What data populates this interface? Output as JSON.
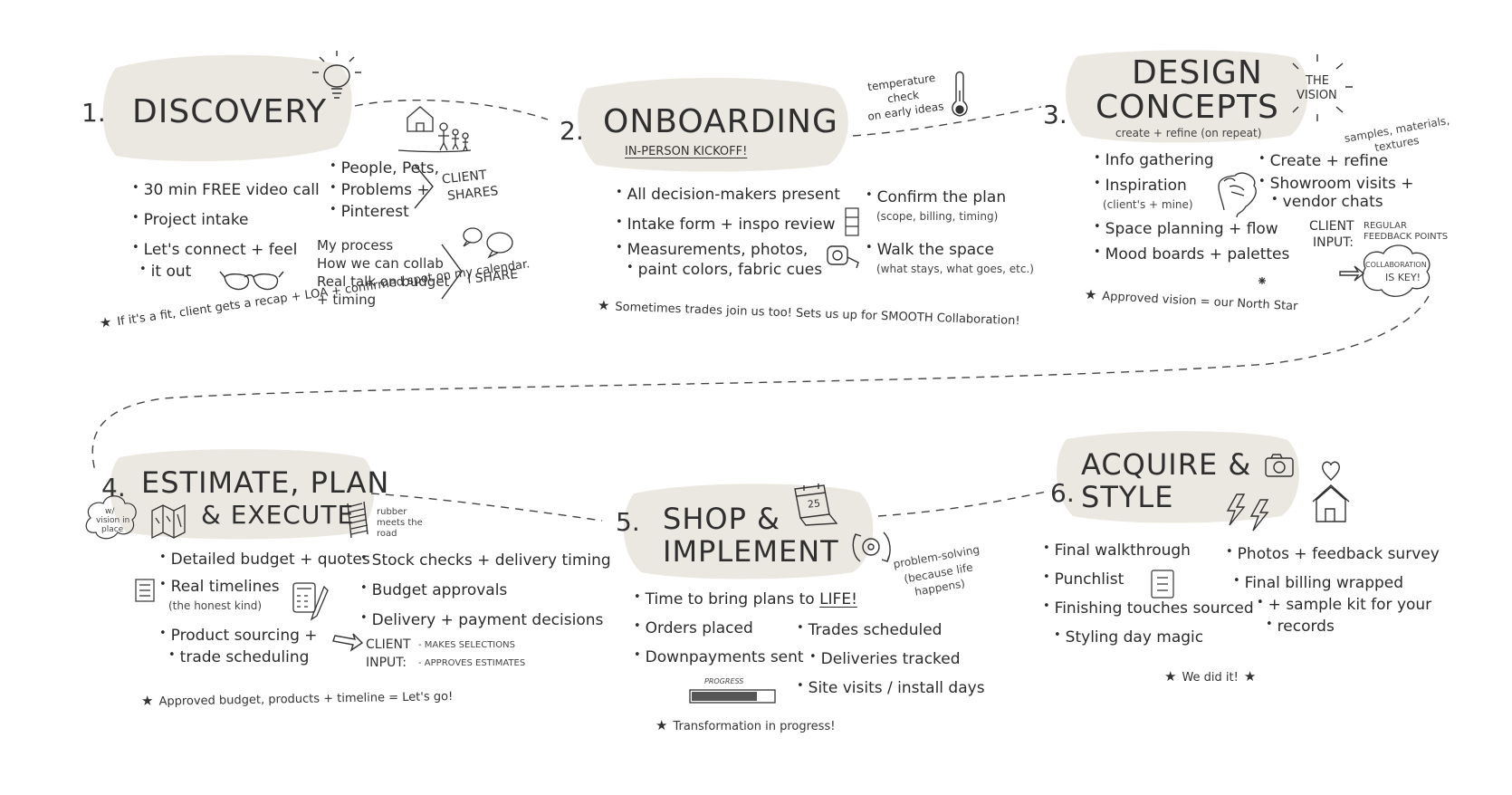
{
  "steps": [
    {
      "number": "1.",
      "title": "DISCOVERY",
      "items": [
        "30 min FREE video call",
        "Project intake",
        "Let's connect + feel",
        "it out"
      ],
      "client_shares": {
        "items": [
          "People, Pets,",
          "Problems +",
          "Pinterest"
        ],
        "label_line1": "CLIENT",
        "label_line2": "SHARES"
      },
      "i_share": {
        "items": [
          "My process",
          "How we can collab",
          "Real talk on budget",
          "+ timing"
        ],
        "label": "I SHARE"
      },
      "note": "If it's a fit, client gets a recap + LOA + confirmed spot on my calendar."
    },
    {
      "number": "2.",
      "title": "ONBOARDING",
      "subtitle": "IN-PERSON KICKOFF!",
      "side_note": [
        "temperature",
        "check",
        "on early ideas"
      ],
      "items_left": [
        "All decision-makers present",
        "Intake form + inspo review",
        "Measurements, photos,",
        "paint colors, fabric cues"
      ],
      "items_right": [
        "Confirm the plan",
        "(scope, billing, timing)",
        "Walk the space",
        "(what stays, what goes, etc.)"
      ],
      "note": "Sometimes trades join us too! Sets us up for SMOOTH Collaboration!"
    },
    {
      "number": "3.",
      "title_line1": "DESIGN",
      "title_line2": "CONCEPTS",
      "subtitle": "create + refine (on repeat)",
      "vision_label": [
        "THE",
        "VISION"
      ],
      "side_note": [
        "samples, materials,",
        "textures"
      ],
      "items_left": [
        "Info gathering",
        "Inspiration",
        "(client's + mine)",
        "Space planning + flow",
        "Mood boards + palettes"
      ],
      "items_right": [
        "Create + refine",
        "Showroom visits +",
        "vendor chats"
      ],
      "client_input": {
        "label_line1": "CLIENT",
        "label_line2": "INPUT:",
        "detail_line1": "REGULAR",
        "detail_line2": "FEEDBACK POINTS"
      },
      "collab_cloud": [
        "COLLABORATION",
        "IS KEY!"
      ],
      "note": "Approved vision = our North Star"
    },
    {
      "number": "4.",
      "title_line1": "ESTIMATE, PLAN",
      "title_line2": "& EXECUTE",
      "cloud_note": [
        "w/",
        "vision in",
        "place"
      ],
      "side_note": [
        "rubber",
        "meets the",
        "road"
      ],
      "items_left": [
        "Detailed budget + quotes",
        "Real timelines",
        "(the honest kind)",
        "Product sourcing +",
        "trade scheduling"
      ],
      "items_right": [
        "Stock checks + delivery timing",
        "Budget approvals",
        "Delivery + payment decisions"
      ],
      "client_input": {
        "label_line1": "CLIENT",
        "label_line2": "INPUT:",
        "detail_line1": "- MAKES SELECTIONS",
        "detail_line2": "- APPROVES ESTIMATES"
      },
      "note": "Approved budget, products + timeline = Let's go!"
    },
    {
      "number": "5.",
      "title_line1": "SHOP &",
      "title_line2": "IMPLEMENT",
      "calendar_day": "25",
      "side_note": [
        "problem-solving",
        "(because life",
        "happens)"
      ],
      "items_left": [
        "Time to bring plans to",
        "LIFE!",
        "Orders placed",
        "Downpayments sent"
      ],
      "items_right": [
        "Trades scheduled",
        "Deliveries tracked",
        "Site visits / install days"
      ],
      "progress_label": "PROGRESS",
      "progress_fraction": 0.8,
      "note": "Transformation in progress!"
    },
    {
      "number": "6.",
      "title_line1": "ACQUIRE &",
      "title_line2": "STYLE",
      "items_left": [
        "Final walkthrough",
        "Punchlist",
        "Finishing touches sourced",
        "Styling day magic"
      ],
      "items_right": [
        "Photos + feedback survey",
        "Final billing wrapped",
        "+ sample kit for your",
        "records"
      ],
      "note": "We did it!"
    }
  ],
  "icons": [
    "lightbulb-icon",
    "house-family-icon",
    "speech-bubbles-icon",
    "glasses-icon",
    "thermometer-icon",
    "clipboard-icon",
    "tape-measure-icon",
    "brain-head-icon",
    "arrow-right-icon",
    "map-icon",
    "tire-track-icon",
    "checklist-icon",
    "calculator-pen-icon",
    "calendar-icon",
    "gear-cycle-icon",
    "camera-icon",
    "lightning-icon",
    "house-heart-icon",
    "star-icon"
  ],
  "colors": {
    "blob": "#ebe7e1",
    "ink": "#2b2b2b",
    "line": "#444444"
  }
}
